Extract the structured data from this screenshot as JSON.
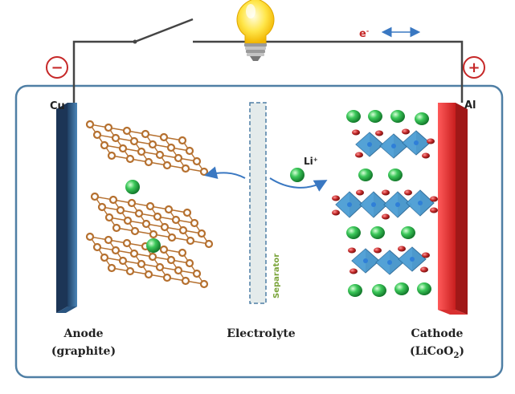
{
  "labels": {
    "anode_metal": "Cu",
    "cathode_metal": "Al",
    "anode_title": "Anode",
    "anode_material": "(graphite)",
    "electrolyte": "Electrolyte",
    "separator": "Separator",
    "cathode_title": "Cathode",
    "cathode_material_prefix": "(LiCoO",
    "cathode_material_sub": "2",
    "cathode_material_suffix": ")",
    "ion_base": "Li",
    "ion_charge": "+",
    "electron_base": "e",
    "electron_charge": "-",
    "negative_terminal": "−",
    "positive_terminal": "+"
  },
  "colors": {
    "anode_electrode": "#3a6f9f",
    "cathode_electrode": "#e83a3a",
    "graphite_atom": "#b5702f",
    "lithium_ion": "#2bb24a",
    "cobalt_octahedron": "#3a8fc7",
    "oxygen_atom": "#c02828",
    "separator": "#dfe6e6",
    "separator_label": "#7aa43a",
    "electron_label": "#c62828",
    "electron_arrow": "#3a78c2",
    "cell_border": "#4f7fa5",
    "wire": "#444444",
    "terminal": "#c62828"
  },
  "icons": {
    "bulb": "light-bulb-icon",
    "switch": "switch-icon"
  }
}
